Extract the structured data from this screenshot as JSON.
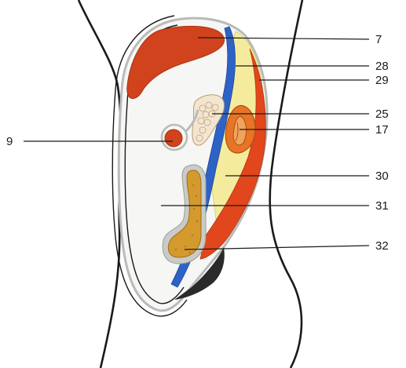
{
  "callouts": {
    "n7": "7",
    "n28": "28",
    "n29": "29",
    "n25": "25",
    "n17": "17",
    "n9": "9",
    "n30": "30",
    "n31": "31",
    "n32": "32"
  },
  "colors": {
    "outline": "#1a1a1a",
    "cavity_wall": "#d9dcd8",
    "organ_red": "#d0431d",
    "organ_orange": "#e87525",
    "ureter_blue": "#2d63c6",
    "fat_yellow": "#f4ec9c",
    "colon_ochre": "#d49a2e",
    "dark_wedge": "#2a2a2a",
    "background": "#ffffff"
  }
}
